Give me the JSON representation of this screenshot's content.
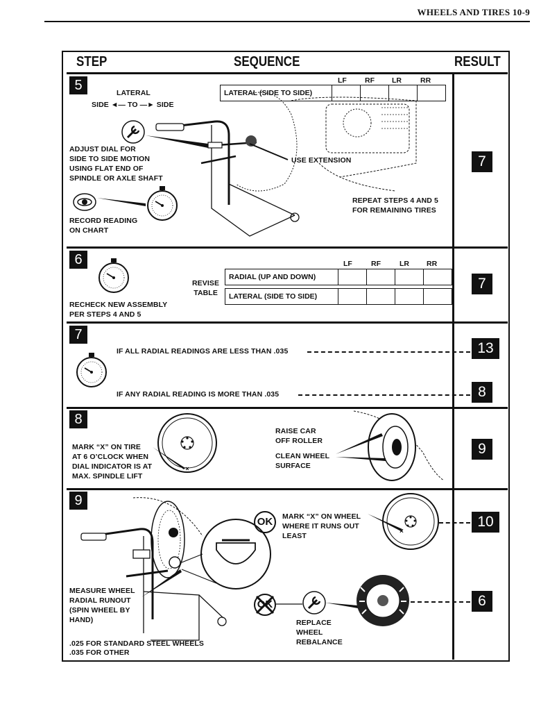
{
  "header": {
    "title": "WHEELS AND TIRES   10-9"
  },
  "columns": {
    "step": "STEP",
    "sequence": "SEQUENCE",
    "result": "RESULT"
  },
  "wheel_positions": [
    "LF",
    "RF",
    "LR",
    "RR"
  ],
  "steps": {
    "s5": {
      "number": "5",
      "lateral_label": "LATERAL",
      "side_to_side_label": "SIDE ◄— TO —► SIDE",
      "table_row": "LATERAL (SIDE TO SIDE)",
      "adjust_dial": [
        "ADJUST DIAL FOR",
        "SIDE TO SIDE MOTION",
        "USING FLAT END OF",
        "SPINDLE OR AXLE SHAFT"
      ],
      "use_extension": "USE EXTENSION",
      "repeat_steps": [
        "REPEAT STEPS 4 AND 5",
        "FOR REMAINING TIRES"
      ],
      "record_reading": [
        "RECORD READING",
        "ON CHART"
      ],
      "result": "7"
    },
    "s6": {
      "number": "6",
      "revise_table": [
        "REVISE",
        "TABLE"
      ],
      "table_rows": [
        "RADIAL (UP AND DOWN)",
        "LATERAL (SIDE TO SIDE)"
      ],
      "recheck": [
        "RECHECK NEW ASSEMBLY",
        "PER STEPS 4 AND 5"
      ],
      "result": "7"
    },
    "s7": {
      "number": "7",
      "if_all": "IF ALL RADIAL READINGS ARE LESS THAN .035",
      "if_any": "IF ANY RADIAL READING IS MORE THAN .035",
      "result_all": "13",
      "result_any": "8"
    },
    "s8": {
      "number": "8",
      "mark_x": [
        "MARK “X” ON TIRE",
        "AT 6 O’CLOCK WHEN",
        "DIAL INDICATOR IS AT",
        "MAX. SPINDLE LIFT"
      ],
      "raise_car": [
        "RAISE CAR",
        "OFF ROLLER"
      ],
      "clean_wheel": [
        "CLEAN WHEEL",
        "SURFACE"
      ],
      "result": "9"
    },
    "s9": {
      "number": "9",
      "ok": "OK",
      "mark_x_wheel": [
        "MARK “X” ON WHEEL",
        "WHERE IT RUNS OUT",
        "LEAST"
      ],
      "measure": [
        "MEASURE WHEEL",
        "RADIAL RUNOUT",
        "(SPIN WHEEL BY",
        "HAND)"
      ],
      "standard": ".025 FOR STANDARD STEEL WHEELS",
      "other": ".035 FOR OTHER",
      "replace": [
        "REPLACE",
        "WHEEL",
        "REBALANCE"
      ],
      "result_ok": "10",
      "result_not_ok": "6"
    }
  }
}
